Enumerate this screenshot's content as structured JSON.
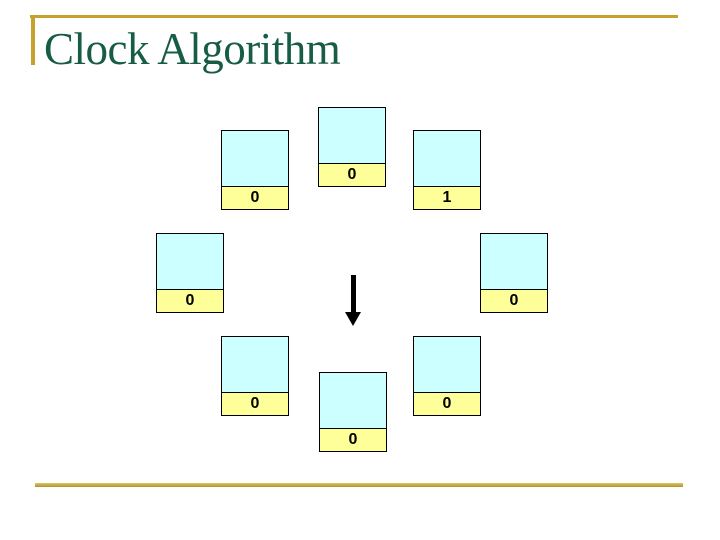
{
  "slide": {
    "title": "Clock Algorithm"
  },
  "colors": {
    "title_text": "#175C44",
    "accent_line": "#C5A229",
    "frame_fill": "#CCFFFF",
    "reference_bit_fill": "#FFFF99",
    "frame_border": "#000000",
    "clock_hand": "#000000"
  },
  "frames": [
    {
      "position": "top",
      "reference_bit": "0"
    },
    {
      "position": "top-right",
      "reference_bit": "1"
    },
    {
      "position": "right",
      "reference_bit": "0"
    },
    {
      "position": "bottom-right",
      "reference_bit": "0"
    },
    {
      "position": "bottom",
      "reference_bit": "0"
    },
    {
      "position": "bottom-left",
      "reference_bit": "0"
    },
    {
      "position": "left",
      "reference_bit": "0"
    },
    {
      "position": "top-left",
      "reference_bit": "0"
    }
  ],
  "clock_hand": {
    "direction": "down"
  }
}
